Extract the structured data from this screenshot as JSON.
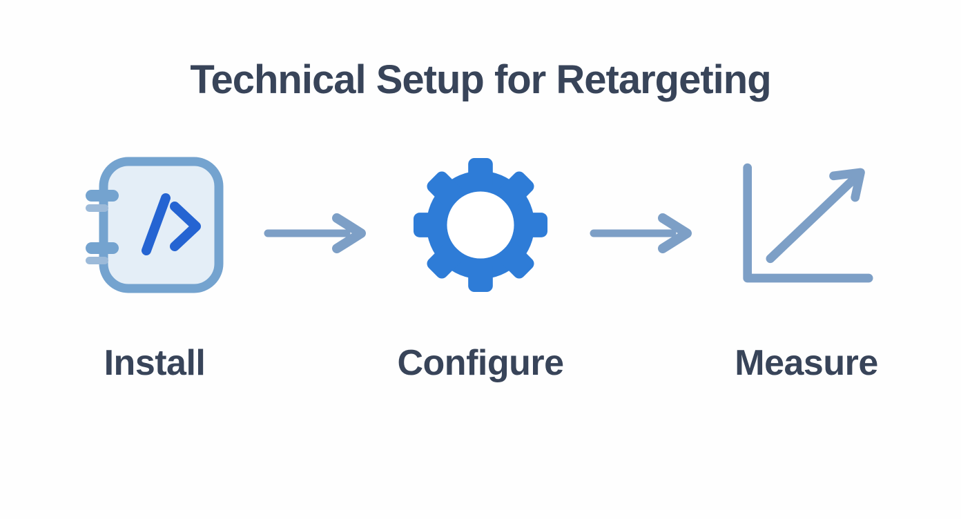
{
  "title": "Technical Setup for Retargeting",
  "steps": [
    {
      "label": "Install",
      "icon": "code-tag-icon"
    },
    {
      "label": "Configure",
      "icon": "gear-icon"
    },
    {
      "label": "Measure",
      "icon": "growth-chart-icon"
    }
  ],
  "connectors": [
    {
      "icon": "arrow-right-icon"
    },
    {
      "icon": "arrow-right-icon"
    }
  ],
  "colors": {
    "background": "#FEFEFE",
    "heading_text": "#384459",
    "gear_blue": "#2E7CD7",
    "code_blue": "#2564D2",
    "outline_blue": "#74A3CF",
    "panel_fill": "#E4EEF7",
    "clip_light_blue": "#9CBAD9",
    "arrow_blue_gray": "#7D9FC6",
    "gear_hole": "#FFFFFF"
  }
}
